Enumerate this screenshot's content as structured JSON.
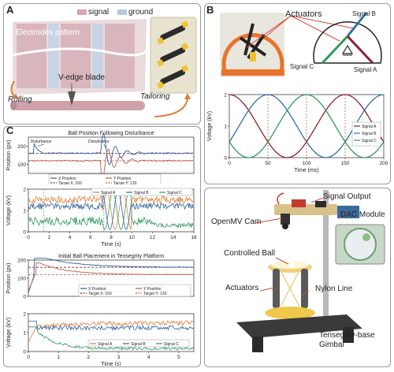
{
  "panels": {
    "a": "A",
    "b": "B",
    "c": "C"
  },
  "panel_a": {
    "legend_signal": "signal",
    "legend_ground": "ground",
    "electrodes": "Electrodes pattern",
    "rolling": "Rolling",
    "vedge": "V-edge blade",
    "tailoring": "Tailoring"
  },
  "panel_b": {
    "actuators": "Actuators",
    "signal_b": "Signal B",
    "signal_c": "Signal C",
    "signal_a": "Signal A"
  },
  "panel_d": {
    "signal_output": "Signal Output",
    "openmv": "OpenMV Cam",
    "dac": "DAC Module",
    "controlled_ball": "Controlled Ball",
    "actuators": "Actuators",
    "nylon": "Nylon Line",
    "gimbal_1": "Tensegrity-base",
    "gimbal_2": "Gimbal"
  },
  "colors": {
    "signal_a": "#8b2230",
    "signal_b": "#2e6fa8",
    "signal_c": "#2e9a5e",
    "x_pos": "#2f5fa0",
    "y_pos": "#c05a50",
    "target": "#7a2f3a",
    "orange": "#e0803a"
  },
  "chart_data": [
    {
      "type": "line",
      "id": "b",
      "xlabel": "Time (ms)",
      "ylabel": "Voltage (kV)",
      "xlim": [
        0,
        200
      ],
      "ylim": [
        0,
        2
      ],
      "xticks": [
        "0",
        "50",
        "100",
        "150",
        "200"
      ],
      "yticks": [
        "0",
        "1",
        "2"
      ],
      "period_ms": 150,
      "legend": [
        "Signal A",
        "Signal B",
        "Signal C"
      ],
      "series": [
        {
          "name": "Signal A",
          "phase_ms": 0
        },
        {
          "name": "Signal B",
          "phase_ms": 50
        },
        {
          "name": "Signal C",
          "phase_ms": 100
        }
      ]
    },
    {
      "type": "line",
      "id": "c1",
      "title": "Ball Position Following Disturbance",
      "ylabel": "Position (px)",
      "xlim": [
        0,
        16
      ],
      "ylim": [
        50,
        250
      ],
      "yticks": [
        "100",
        "200"
      ],
      "annotations": [
        "Disturbance",
        "Disturbance"
      ],
      "legend": [
        "X Position",
        "Y Position",
        "Target X: 160",
        "Target Y: 120"
      ],
      "targets": {
        "x": 160,
        "y": 120
      }
    },
    {
      "type": "line",
      "id": "c2",
      "xlabel": "Time (s)",
      "ylabel": "Voltage (kV)",
      "xlim": [
        0,
        16
      ],
      "ylim": [
        0,
        2
      ],
      "xticks": [
        "0",
        "2",
        "4",
        "6",
        "8",
        "10",
        "12",
        "14",
        "16"
      ],
      "yticks": [
        "0",
        "1",
        "2"
      ],
      "legend": [
        "Signal A",
        "Signal B",
        "Signal C"
      ]
    },
    {
      "type": "line",
      "id": "c3",
      "title": "Initial Ball Placement in Tensegrity Platform",
      "ylabel": "Position (px)",
      "xlim": [
        0,
        5.5
      ],
      "ylim": [
        0,
        200
      ],
      "yticks": [
        "0",
        "100",
        "200"
      ],
      "legend": [
        "X Position",
        "Y Position",
        "Target X: 160",
        "Target Y: 120"
      ],
      "targets": {
        "x": 160,
        "y": 120
      }
    },
    {
      "type": "line",
      "id": "c4",
      "xlabel": "Time (s)",
      "ylabel": "Voltage (kV)",
      "xlim": [
        0,
        5.5
      ],
      "ylim": [
        0,
        2
      ],
      "xticks": [
        "0",
        "1",
        "2",
        "3",
        "4",
        "5"
      ],
      "yticks": [
        "0",
        "1",
        "2"
      ],
      "legend": [
        "Signal A",
        "Signal B",
        "Signal C"
      ]
    }
  ]
}
